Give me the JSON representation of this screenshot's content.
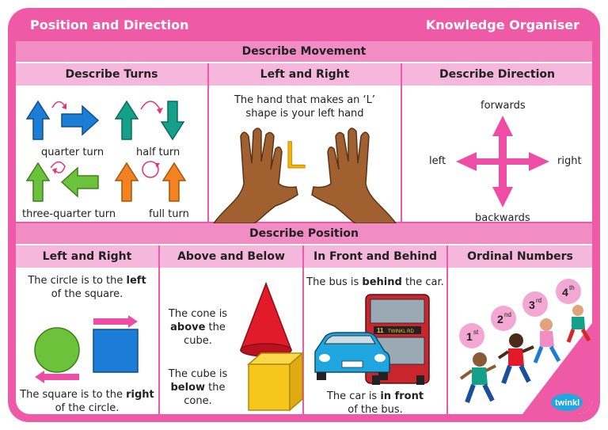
{
  "header": {
    "title": "Position and Direction",
    "subtitle": "Knowledge Organiser"
  },
  "movement": {
    "heading": "Describe Movement",
    "turns": {
      "heading": "Describe Turns",
      "quarter": "quarter turn",
      "half": "half turn",
      "three_quarter": "three-quarter turn",
      "full": "full turn"
    },
    "left_right": {
      "heading": "Left and Right",
      "caption_1": "The hand that makes an ‘L’",
      "caption_2": "shape is your left hand",
      "letter": "L"
    },
    "direction": {
      "heading": "Describe Direction",
      "forwards": "forwards",
      "backwards": "backwards",
      "left": "left",
      "right": "right"
    }
  },
  "position": {
    "heading": "Describe Position",
    "left_right": {
      "heading": "Left and Right",
      "top_a": "The circle is to the ",
      "top_b": "left",
      "top_c": "of the square.",
      "bot_a": "The square is to the ",
      "bot_b": "right",
      "bot_c": "of the circle."
    },
    "above_below": {
      "heading": "Above and Below",
      "a1": "The cone is",
      "a2": "above",
      "a3": " the",
      "a4": "cube.",
      "b1": "The cube is",
      "b2": "below",
      "b3": " the",
      "b4": "cone."
    },
    "front_behind": {
      "heading": "In Front and Behind",
      "t1": "The bus is ",
      "t2": "behind",
      "t3": " the car.",
      "b1": "The car is ",
      "b2": "in front",
      "b3": "of the bus.",
      "bus_sign": "11",
      "bus_dest": "TWINKL RD"
    },
    "ordinal": {
      "heading": "Ordinal Numbers",
      "first": "1",
      "first_sup": "st",
      "second": "2",
      "second_sup": "nd",
      "third": "3",
      "third_sup": "rd",
      "fourth": "4",
      "fourth_sup": "th"
    }
  },
  "brand": {
    "logo": "twinkl"
  },
  "colors": {
    "pink": "#ee5aa6",
    "bar_pink": "#f28cc5",
    "light_pink": "#f6b7dd",
    "blue": "#1b7dd6",
    "teal": "#14a089",
    "green": "#6cc23a",
    "orange": "#f4821f"
  }
}
